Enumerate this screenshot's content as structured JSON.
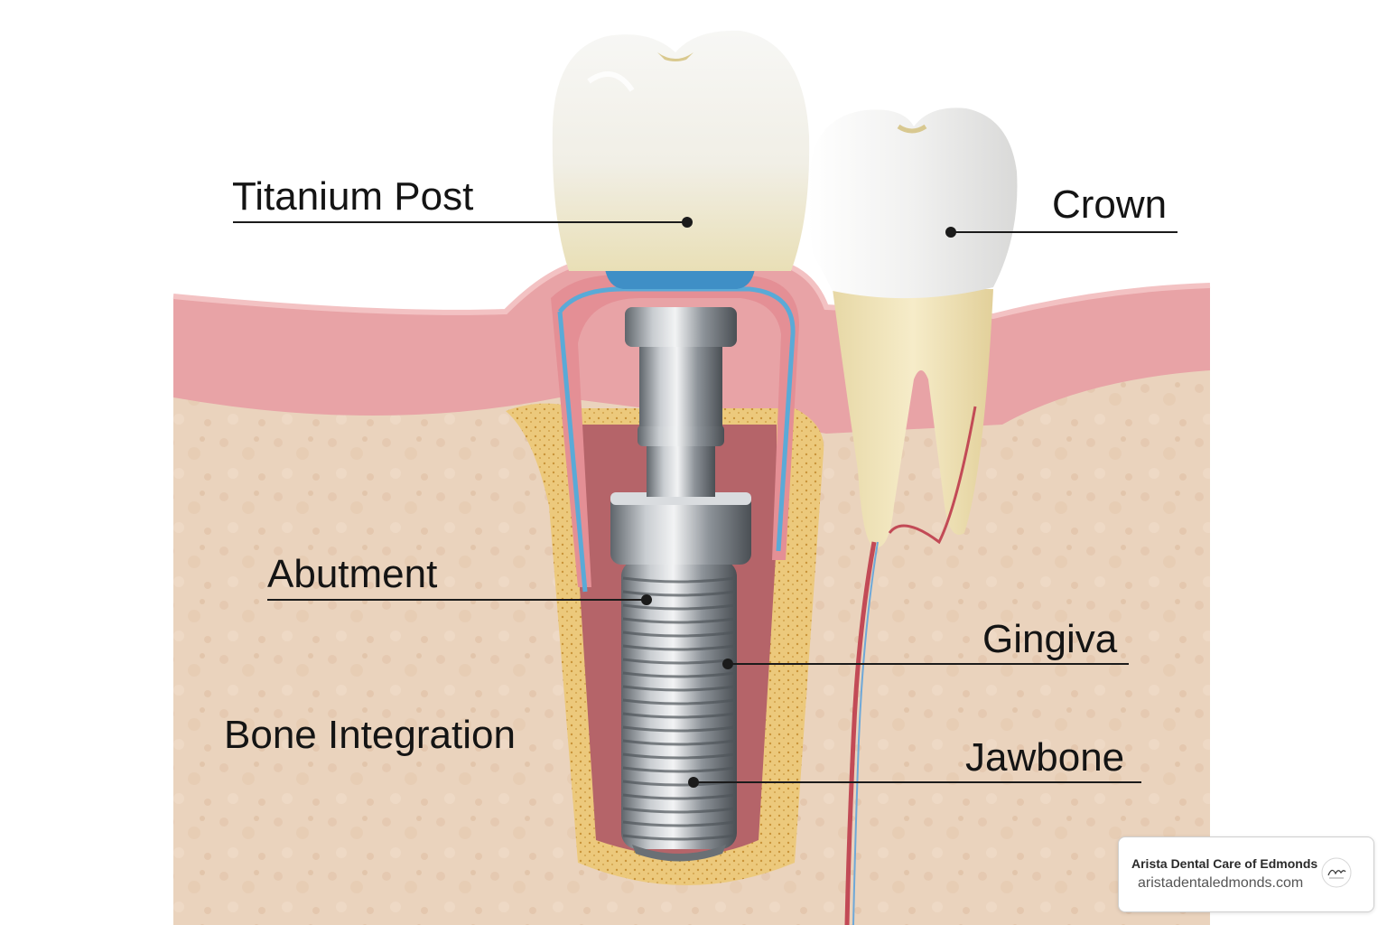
{
  "labels": {
    "titanium_post": "Titanium Post",
    "crown": "Crown",
    "abutment": "Abutment",
    "gingiva": "Gingiva",
    "bone_integration": "Bone Integration",
    "jawbone": "Jawbone"
  },
  "brand": {
    "name": "Arista Dental Care of Edmonds",
    "url": "aristadentaledmonds.com"
  },
  "colors": {
    "bone": "#ead3bd",
    "gum": "#e8a3a6",
    "enamel": "#f4f4f1",
    "dentin": "#efe2bd",
    "titanium": "#9aa0a6",
    "integration_zone": "#ecc97c",
    "nerve": "#c24a56",
    "collar": "#3f8fc6"
  }
}
